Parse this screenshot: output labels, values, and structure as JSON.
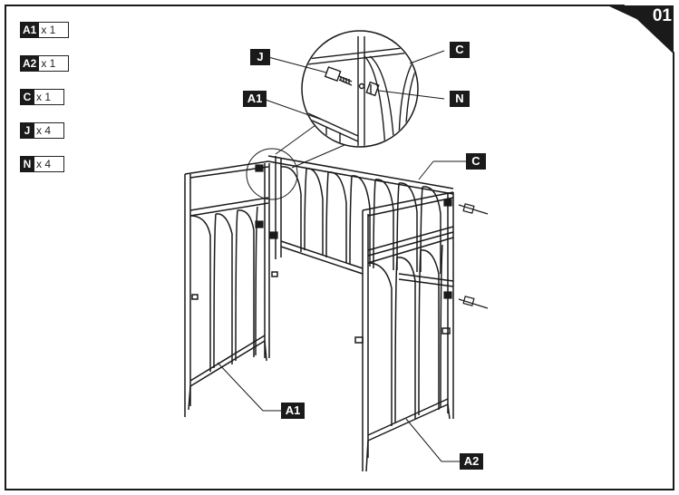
{
  "step_number": "01",
  "parts_list": [
    {
      "code": "A1",
      "qty": "x 1"
    },
    {
      "code": "A2",
      "qty": "x 1"
    },
    {
      "code": "C",
      "qty": "x 1"
    },
    {
      "code": "J",
      "qty": "x 4"
    },
    {
      "code": "N",
      "qty": "x 4"
    }
  ],
  "callouts": {
    "detail_j": "J",
    "detail_c": "C",
    "detail_a1": "A1",
    "detail_n": "N",
    "main_c": "C",
    "main_a1": "A1",
    "main_a2": "A2"
  },
  "colors": {
    "line": "#1a1a1a",
    "label_bg": "#1a1a1a",
    "label_text": "#ffffff"
  }
}
